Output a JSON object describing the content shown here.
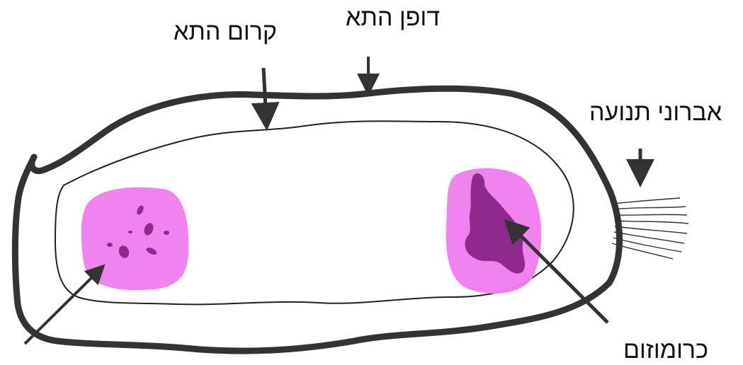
{
  "labels": {
    "cell_membrane": "קרום התא",
    "cell_wall": "דופן התא",
    "flagella": "אברוני תנועה",
    "chromosome": "כרומוזום"
  },
  "colors": {
    "outline": "#333333",
    "cytoplasm_stain": "#f07cf0",
    "chromosome_dark": "#8e2a8e",
    "arrow": "#333333"
  }
}
